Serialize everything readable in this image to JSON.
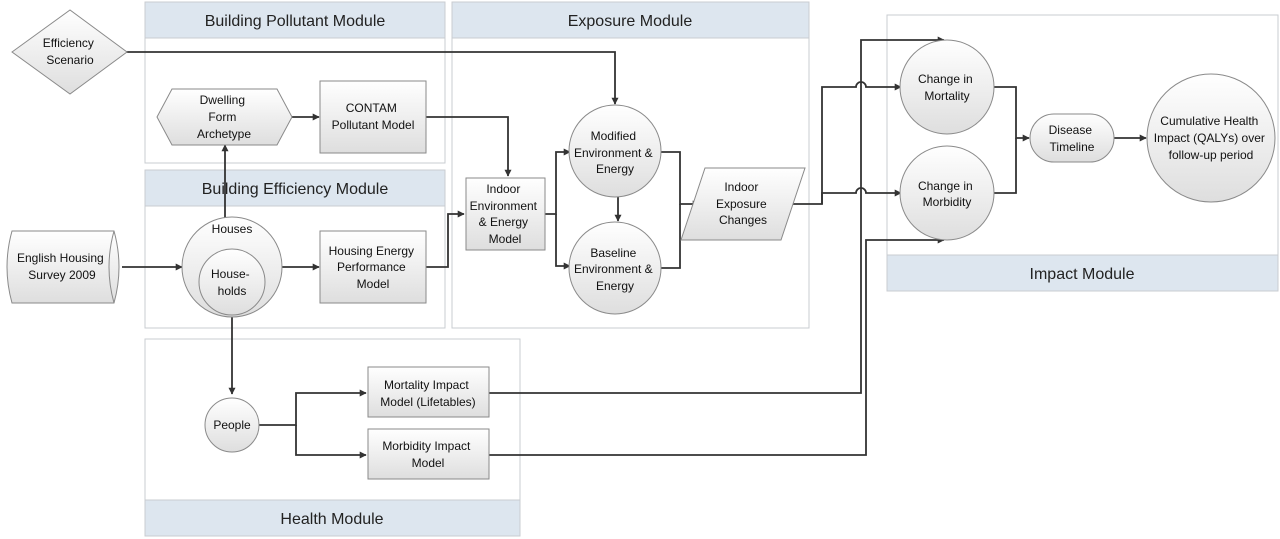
{
  "modules": {
    "building_pollutant": "Building Pollutant Module",
    "exposure": "Exposure Module",
    "building_efficiency": "Building Efficiency Module",
    "health": "Health Module",
    "impact": "Impact Module"
  },
  "nodes": {
    "efficiency_scenario": [
      "Efficiency",
      "Scenario"
    ],
    "dwelling_form": [
      "Dwelling",
      "Form",
      "Archetype"
    ],
    "contam": [
      "CONTAM",
      "Pollutant Model"
    ],
    "english_housing": [
      "English Housing",
      "Survey 2009"
    ],
    "houses": [
      "Houses"
    ],
    "households": [
      "House-",
      "holds"
    ],
    "housing_energy": [
      "Housing Energy",
      "Performance",
      "Model"
    ],
    "indoor_env_model": [
      "Indoor",
      "Environment",
      "& Energy",
      "Model"
    ],
    "modified_env": [
      "Modified",
      "Environment &",
      "Energy"
    ],
    "baseline_env": [
      "Baseline",
      "Environment &",
      "Energy"
    ],
    "indoor_exposure": [
      "Indoor",
      "Exposure",
      "Changes"
    ],
    "people": [
      "People"
    ],
    "mortality_model": [
      "Mortality Impact",
      "Model (Lifetables)"
    ],
    "morbidity_model": [
      "Morbidity Impact",
      "Model"
    ],
    "change_mortality": [
      "Change in",
      "Mortality"
    ],
    "change_morbidity": [
      "Change in",
      "Morbidity"
    ],
    "disease_timeline": [
      "Disease",
      "Timeline"
    ],
    "cumulative": [
      "Cumulative Health",
      "Impact (QALYs) over",
      "follow-up period"
    ]
  }
}
